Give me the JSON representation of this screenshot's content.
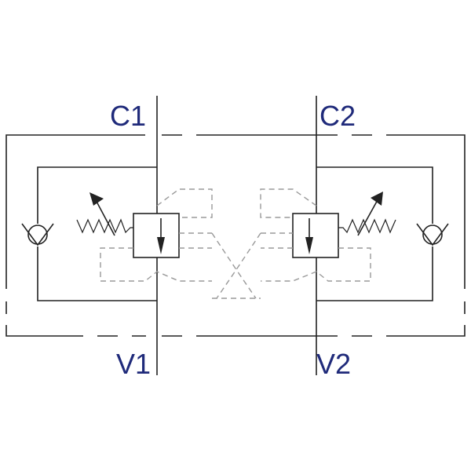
{
  "diagram": {
    "ports": {
      "c1": "C1",
      "c2": "C2",
      "v1": "V1",
      "v2": "V2"
    },
    "colors": {
      "label": "#1f2a7a",
      "line": "#222222",
      "pilot_line": "#9a9a9a"
    },
    "components": {
      "left_check_valve": "check-valve-icon",
      "right_check_valve": "check-valve-icon",
      "left_relief_valve": "adjustable-relief-valve-icon",
      "right_relief_valve": "adjustable-relief-valve-icon"
    }
  }
}
